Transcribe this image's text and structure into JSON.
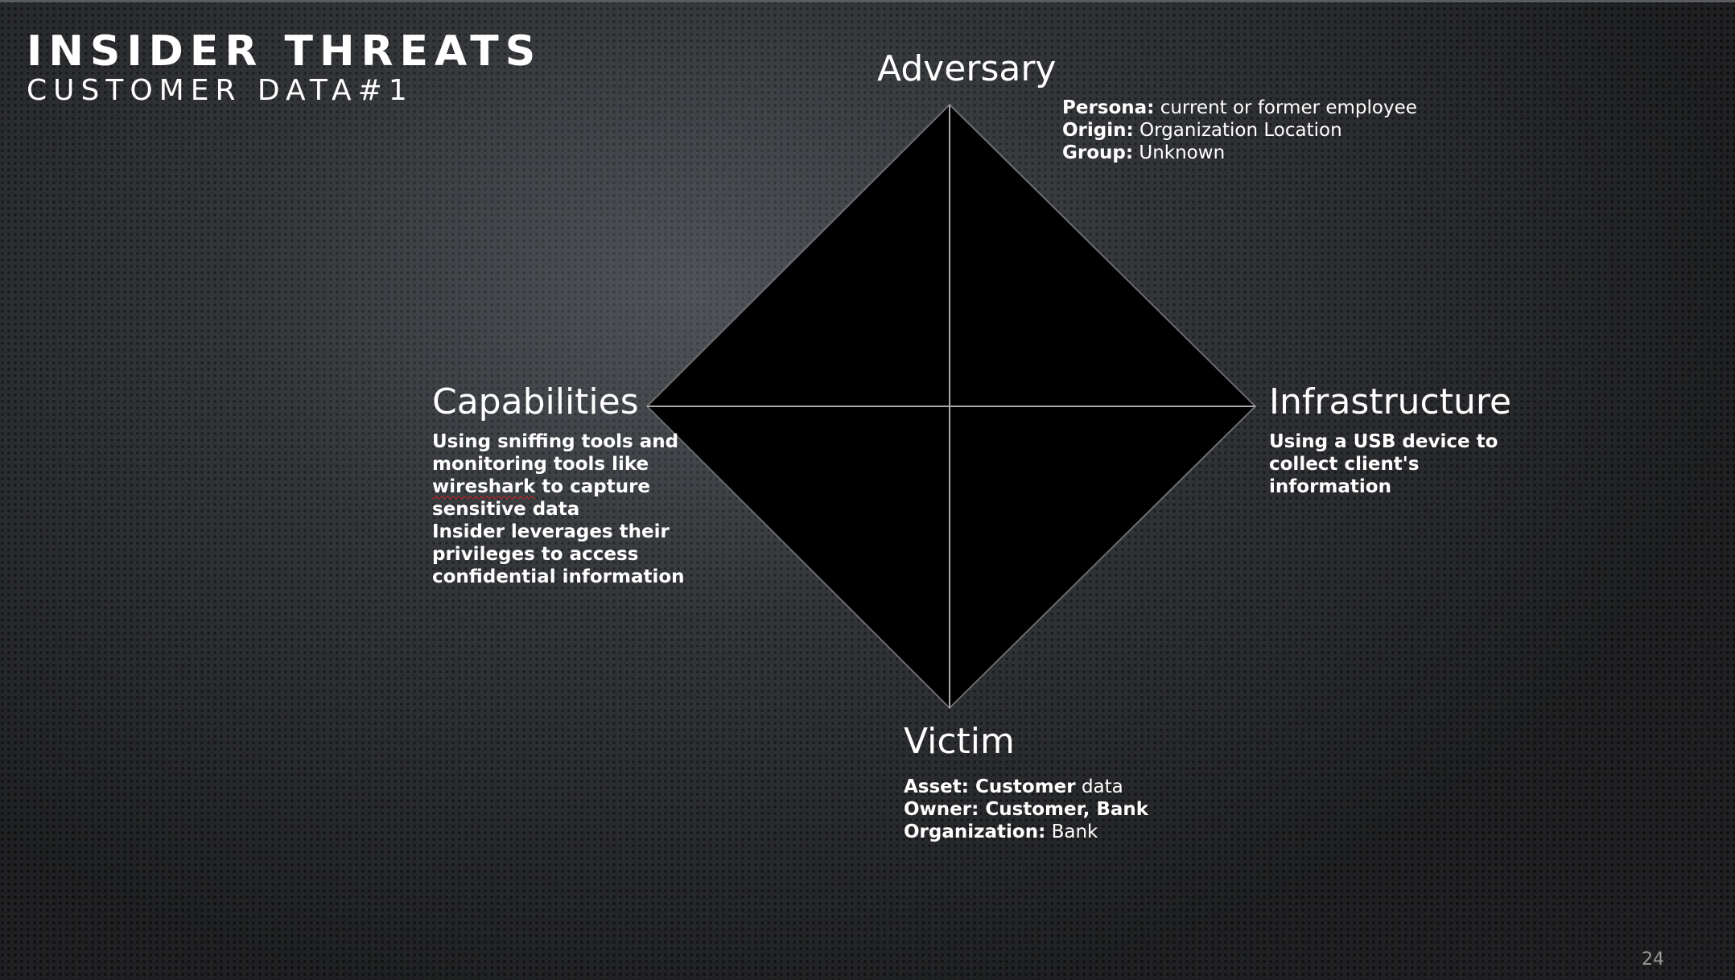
{
  "slide": {
    "title": "INSIDER THREATS",
    "subtitle": "CUSTOMER DATA#1",
    "page_number": "24"
  },
  "diamond": {
    "fill_color": "#000000",
    "line_color": "#a9a9a9"
  },
  "adversary": {
    "heading": "Adversary",
    "persona_label": "Persona:",
    "persona_value": " current or former employee",
    "origin_label": "Origin:",
    "origin_value": " Organization Location",
    "group_label": "Group:",
    "group_value": " Unknown"
  },
  "capabilities": {
    "heading": "Capabilities",
    "line1": "Using sniffing tools and",
    "line2": "monitoring tools like",
    "line3_word": "wireshark",
    "line3_rest": " to capture",
    "line4": "sensitive data",
    "line5": "Insider leverages their",
    "line6": "privileges to access",
    "line7": "confidential information"
  },
  "infrastructure": {
    "heading": "Infrastructure",
    "line1": "Using a USB device to",
    "line2": "collect client's",
    "line3": "information"
  },
  "victim": {
    "heading": "Victim",
    "asset_label": "Asset: Customer",
    "asset_value": " data",
    "owner_label": "Owner: Customer, Bank",
    "organization_label": "Organization:",
    "organization_value": " Bank"
  }
}
